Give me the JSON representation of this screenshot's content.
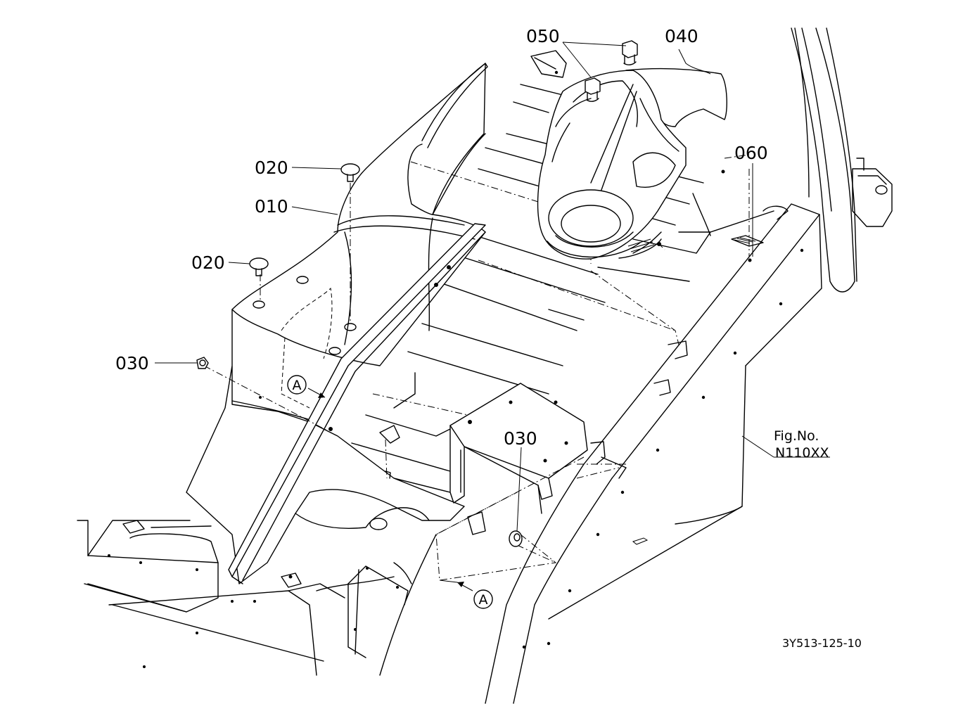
{
  "figure": {
    "fig_label_line1": "Fig.No.",
    "fig_label_line2": "N110XX",
    "drawing_code": "3Y513-125-10"
  },
  "callouts": [
    {
      "id": "040",
      "text": "040"
    },
    {
      "id": "050",
      "text": "050"
    },
    {
      "id": "060",
      "text": "060"
    },
    {
      "id": "020a",
      "text": "020"
    },
    {
      "id": "010",
      "text": "010"
    },
    {
      "id": "020b",
      "text": "020"
    },
    {
      "id": "030a",
      "text": "030"
    },
    {
      "id": "030b",
      "text": "030"
    }
  ],
  "reference_markers": [
    {
      "id": "A1",
      "text": "A"
    },
    {
      "id": "A2",
      "text": "A"
    }
  ]
}
